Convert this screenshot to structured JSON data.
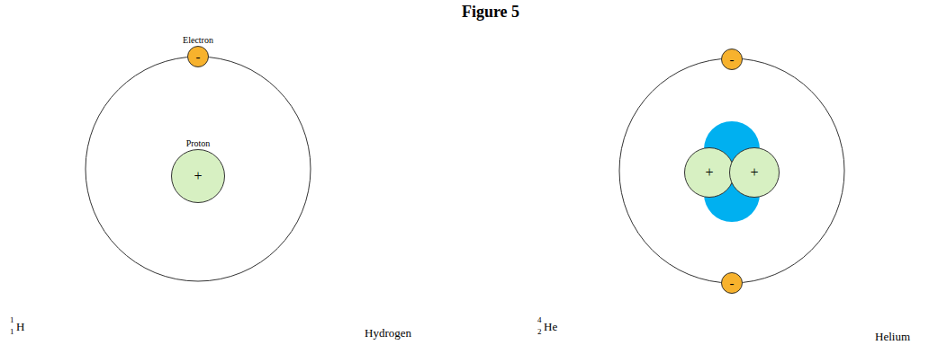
{
  "diagram": {
    "title": "Figure 5",
    "nodes": [
      {
        "text": [
          "Electron",
          "-"
        ]
      },
      {
        "text": [
          "Proton",
          "+"
        ]
      },
      {
        "text": [
          "-"
        ]
      },
      {
        "text": [
          "+"
        ]
      },
      {
        "text": [
          "+"
        ]
      },
      {
        "text": [
          "-"
        ]
      }
    ],
    "labels": [
      "1",
      "1",
      "H",
      "Hydrogen",
      "4",
      "2",
      "He",
      "Helium"
    ]
  }
}
